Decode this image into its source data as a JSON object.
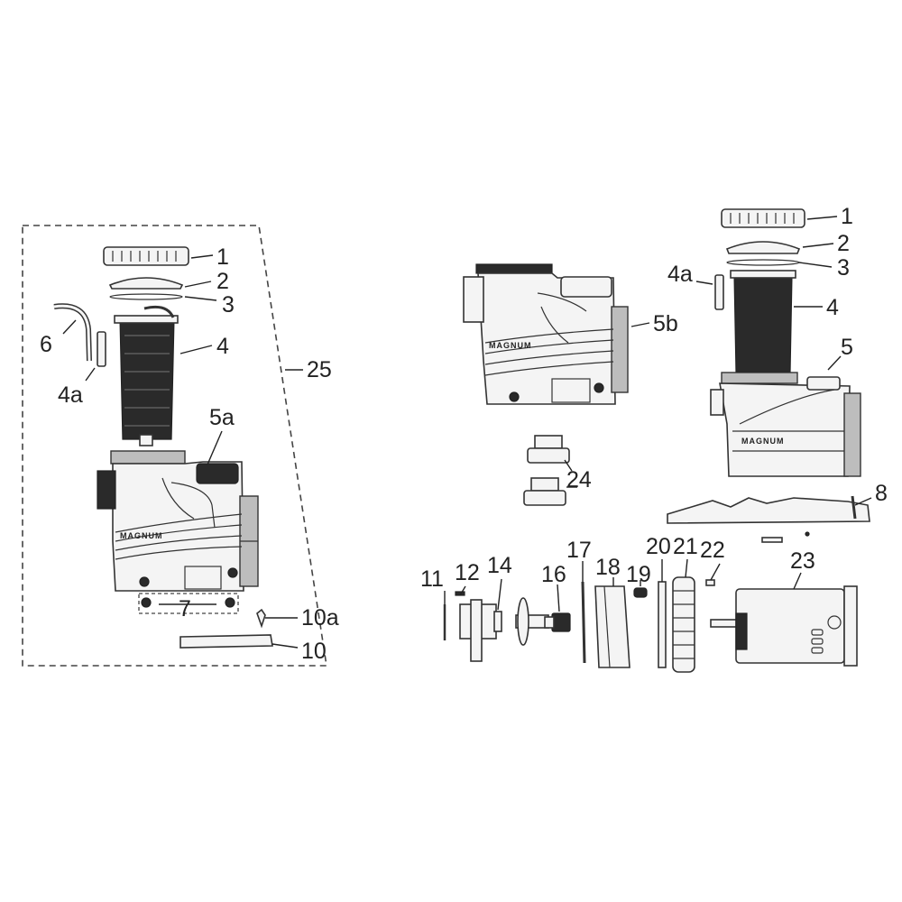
{
  "colors": {
    "line": "#333333",
    "ink": "#222222",
    "background": "#ffffff"
  },
  "branding": {
    "magnum_left": "MAGNUM",
    "magnum_mid": "MAGNUM",
    "magnum_right": "MAGNUM"
  },
  "callouts": {
    "c1_left": "1",
    "c2_left": "2",
    "c3_left": "3",
    "c4_left": "4",
    "c4a_left": "4a",
    "c5a": "5a",
    "c6": "6",
    "c7": "7",
    "c10": "10",
    "c10a": "10a",
    "c25": "25",
    "c5b": "5b",
    "c24": "24",
    "c1_right": "1",
    "c2_right": "2",
    "c3_right": "3",
    "c4a_right": "4a",
    "c4_right": "4",
    "c5_right": "5",
    "c8": "8",
    "c11": "11",
    "c12": "12",
    "c14": "14",
    "c16": "16",
    "c17": "17",
    "c18": "18",
    "c19": "19",
    "c20": "20",
    "c21": "21",
    "c22": "22",
    "c23": "23"
  }
}
